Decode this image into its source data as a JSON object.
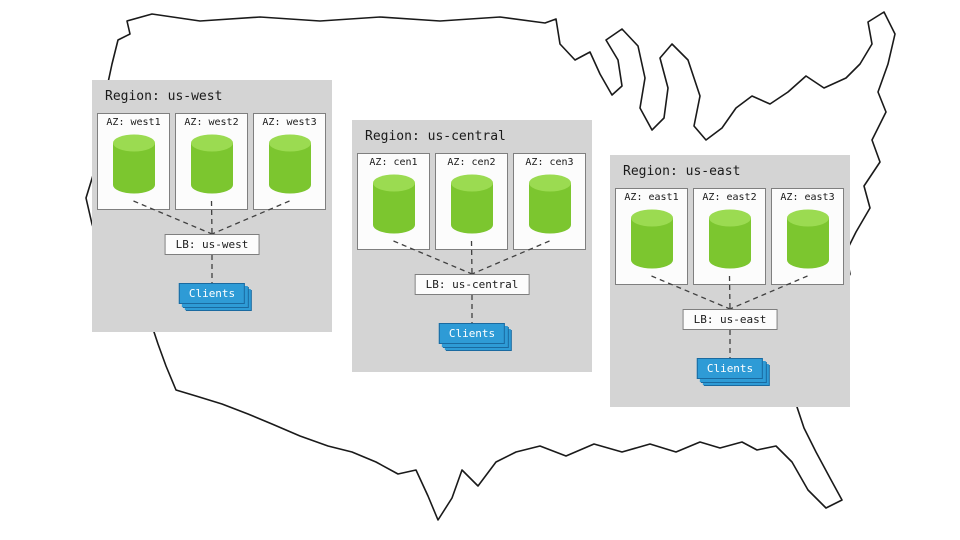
{
  "regions": [
    {
      "title": "Region: us-west",
      "azs": [
        {
          "label": "AZ: west1"
        },
        {
          "label": "AZ: west2"
        },
        {
          "label": "AZ: west3"
        }
      ],
      "lb": "LB: us-west",
      "clients": "Clients"
    },
    {
      "title": "Region: us-central",
      "azs": [
        {
          "label": "AZ: cen1"
        },
        {
          "label": "AZ: cen2"
        },
        {
          "label": "AZ: cen3"
        }
      ],
      "lb": "LB: us-central",
      "clients": "Clients"
    },
    {
      "title": "Region: us-east",
      "azs": [
        {
          "label": "AZ: east1"
        },
        {
          "label": "AZ: east2"
        },
        {
          "label": "AZ: east3"
        }
      ],
      "lb": "LB: us-east",
      "clients": "Clients"
    }
  ],
  "colors": {
    "region_bg": "#d4d4d4",
    "az_bg": "#fcfcfc",
    "cylinder_body": "#7cc62f",
    "cylinder_top": "#9bdb51",
    "clients_bg": "#2e9bd6",
    "map_stroke": "#1a1a1a",
    "connector": "#404040"
  }
}
